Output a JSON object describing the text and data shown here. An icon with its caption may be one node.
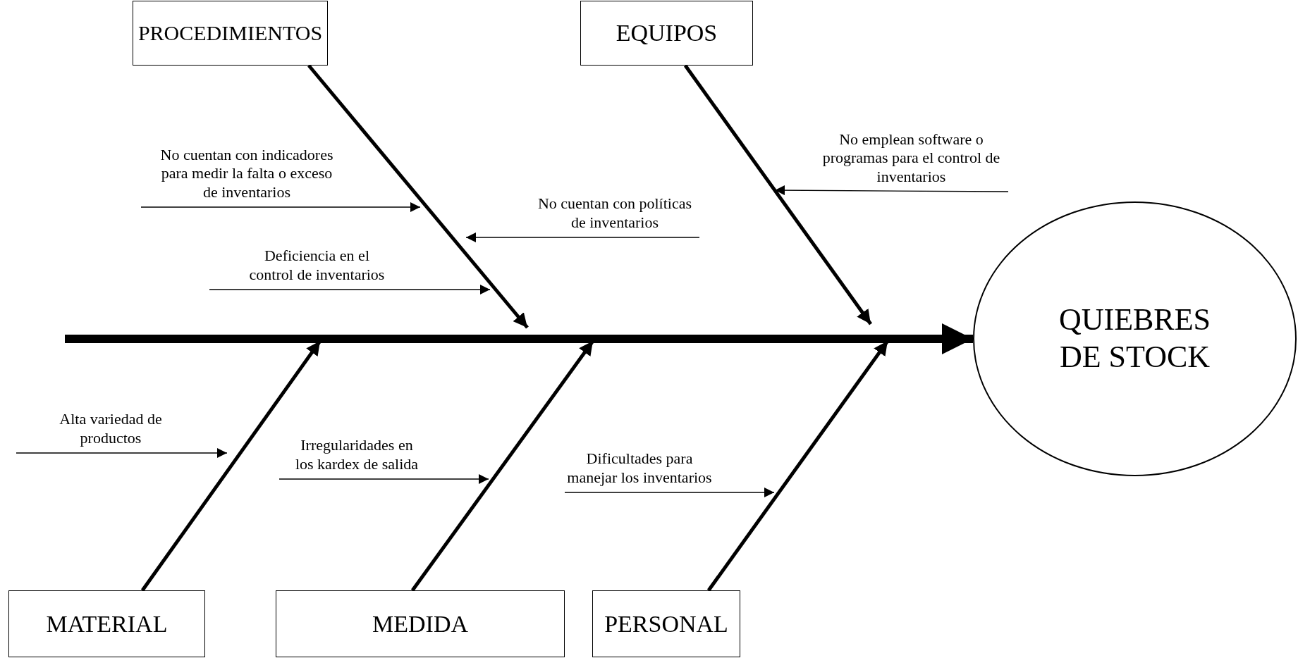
{
  "diagram": {
    "nodes": [
      {
        "text": [
          "PROCEDIMIENTOS"
        ]
      },
      {
        "text": [
          "EQUIPOS"
        ]
      },
      {
        "text": [
          "No cuentan con indicadores para medir la falta o exceso de inventarios"
        ]
      },
      {
        "text": [
          "No emplean software o programas para el control de inventarios"
        ]
      },
      {
        "text": [
          "No cuentan con políticas de inventarios"
        ]
      },
      {
        "text": [
          "Deficiencia en el control de inventarios"
        ]
      },
      {
        "text": [
          "QUIEBRES DE STOCK"
        ]
      },
      {
        "text": [
          "Alta variedad de productos"
        ]
      },
      {
        "text": [
          "Irregularidades en los kardex de salida"
        ]
      },
      {
        "text": [
          "Dificultades para manejar los inventarios"
        ]
      },
      {
        "text": [
          "MATERIAL"
        ]
      },
      {
        "text": [
          "MEDIDA"
        ]
      },
      {
        "text": [
          "PERSONAL"
        ]
      }
    ],
    "edges": [
      {
        "from": null,
        "to": 6,
        "arrow": "to",
        "style": "thick"
      },
      {
        "from": 0,
        "to": null,
        "arrow": "to",
        "style": "thick"
      },
      {
        "from": 1,
        "to": null,
        "arrow": "to",
        "style": "thick"
      },
      {
        "from": 10,
        "to": null,
        "arrow": "to",
        "style": "thick"
      },
      {
        "from": 11,
        "to": null,
        "arrow": "to",
        "style": "thick"
      },
      {
        "from": 12,
        "to": null,
        "arrow": "to",
        "style": "thick"
      },
      {
        "from": 2,
        "to": null,
        "arrow": "to"
      },
      {
        "from": 4,
        "to": null,
        "arrow": "to"
      },
      {
        "from": 5,
        "to": null,
        "arrow": "to"
      },
      {
        "from": 3,
        "to": null,
        "arrow": "to"
      },
      {
        "from": 7,
        "to": null,
        "arrow": "to"
      },
      {
        "from": 8,
        "to": null,
        "arrow": "to"
      },
      {
        "from": 9,
        "to": null,
        "arrow": "to"
      }
    ]
  }
}
